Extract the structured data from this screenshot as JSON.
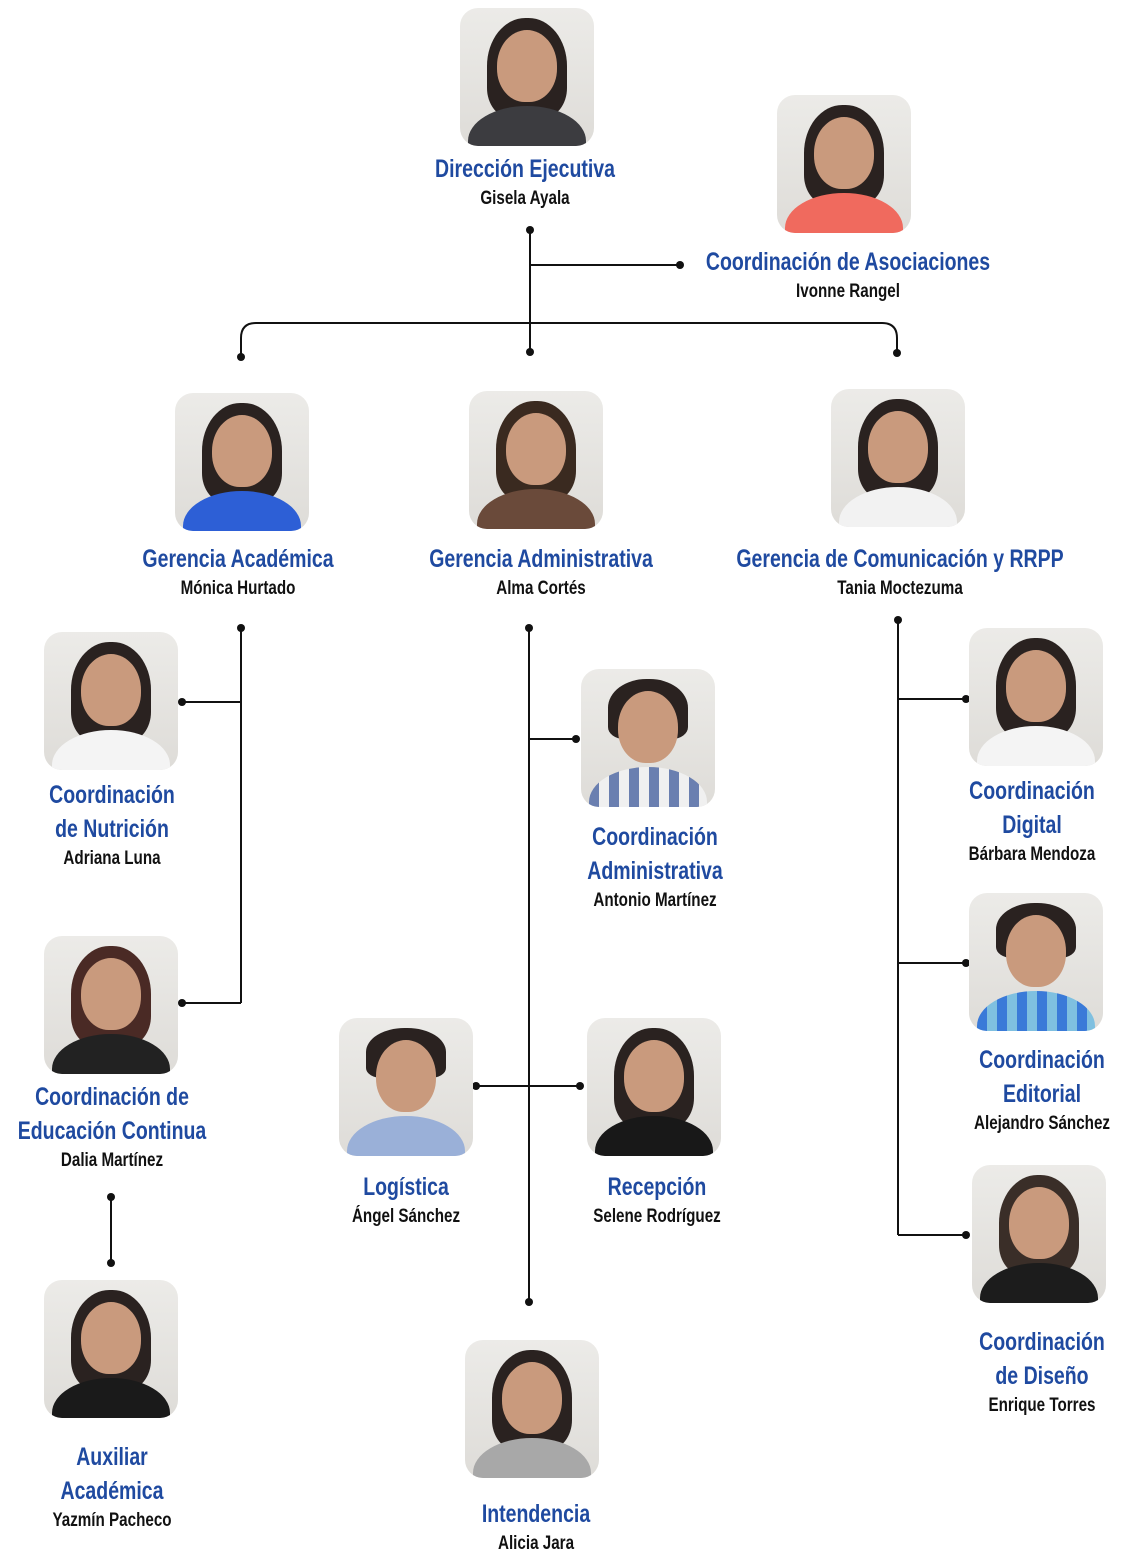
{
  "colors": {
    "title": "#1f4aa0",
    "name": "#111111",
    "line": "#111111"
  },
  "nodes": {
    "direccion": {
      "title": "Dirección Ejecutiva",
      "name": "Gisela Ayala"
    },
    "asociaciones": {
      "title": "Coordinación de Asociaciones",
      "name": "Ivonne Rangel"
    },
    "academica": {
      "title": "Gerencia Académica",
      "name": "Mónica Hurtado"
    },
    "administrativa": {
      "title": "Gerencia Administrativa",
      "name": "Alma Cortés"
    },
    "comunicacion": {
      "title": "Gerencia de Comunicación y RRPP",
      "name": "Tania Moctezuma"
    },
    "nutricion": {
      "title_1": "Coordinación",
      "title_2": "de Nutrición",
      "name": "Adriana Luna"
    },
    "educacion": {
      "title_1": "Coordinación de",
      "title_2": "Educación Continua",
      "name": "Dalia Martínez"
    },
    "auxiliar": {
      "title_1": "Auxiliar",
      "title_2": "Académica",
      "name": "Yazmín Pacheco"
    },
    "coord_admin": {
      "title_1": "Coordinación",
      "title_2": "Administrativa",
      "name": "Antonio Martínez"
    },
    "logistica": {
      "title": "Logística",
      "name": "Ángel Sánchez"
    },
    "recepcion": {
      "title": "Recepción",
      "name": "Selene Rodríguez"
    },
    "intendencia": {
      "title": "Intendencia",
      "name": "Alicia Jara"
    },
    "digital": {
      "title_1": "Coordinación",
      "title_2": "Digital",
      "name": "Bárbara Mendoza"
    },
    "editorial": {
      "title_1": "Coordinación",
      "title_2": "Editorial",
      "name": "Alejandro Sánchez"
    },
    "diseno": {
      "title_1": "Coordinación",
      "title_2": "de Diseño",
      "name": "Enrique Torres"
    }
  }
}
